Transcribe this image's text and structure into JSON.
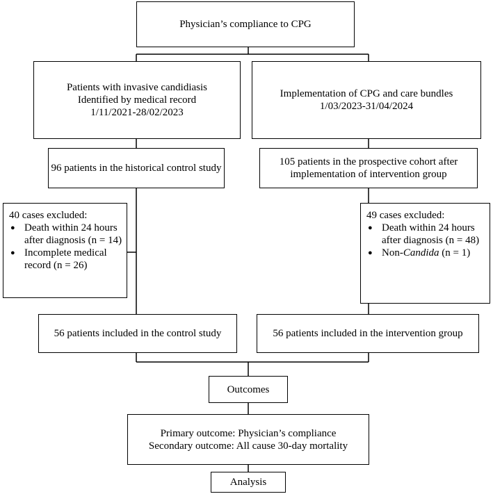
{
  "top": {
    "title": "Physician’s compliance to CPG"
  },
  "left_branch": {
    "source": {
      "line1": "Patients with invasive candidiasis",
      "line2": "Identified by medical record",
      "line3": "1/11/2021-28/02/2023"
    },
    "cohort": "96 patients in the historical control study",
    "excluded": {
      "heading": "40 cases excluded:",
      "item1_line1": "Death within 24 hours",
      "item1_line2": "after diagnosis (n = 14)",
      "item2_line1": "Incomplete medical",
      "item2_line2": "record (n = 26)"
    },
    "included": "56 patients included in the control study"
  },
  "right_branch": {
    "source": {
      "line1": "Implementation of CPG and care bundles",
      "line2": "1/03/2023-31/04/2024"
    },
    "cohort": {
      "line1": "105 patients in the prospective cohort after",
      "line2": "implementation of intervention group"
    },
    "excluded": {
      "heading": "49 cases excluded:",
      "item1_line1": "Death within 24 hours",
      "item1_line2": "after diagnosis (n = 48)",
      "item2_prefix": "Non-",
      "item2_italic": "Candida",
      "item2_suffix": " (n = 1)"
    },
    "included": "56 patients included in the intervention group"
  },
  "outcomes": {
    "label": "Outcomes"
  },
  "outcome_detail": {
    "primary": "Primary outcome: Physician’s compliance",
    "secondary": "Secondary outcome: All cause 30-day mortality"
  },
  "analysis": {
    "label": "Analysis"
  }
}
